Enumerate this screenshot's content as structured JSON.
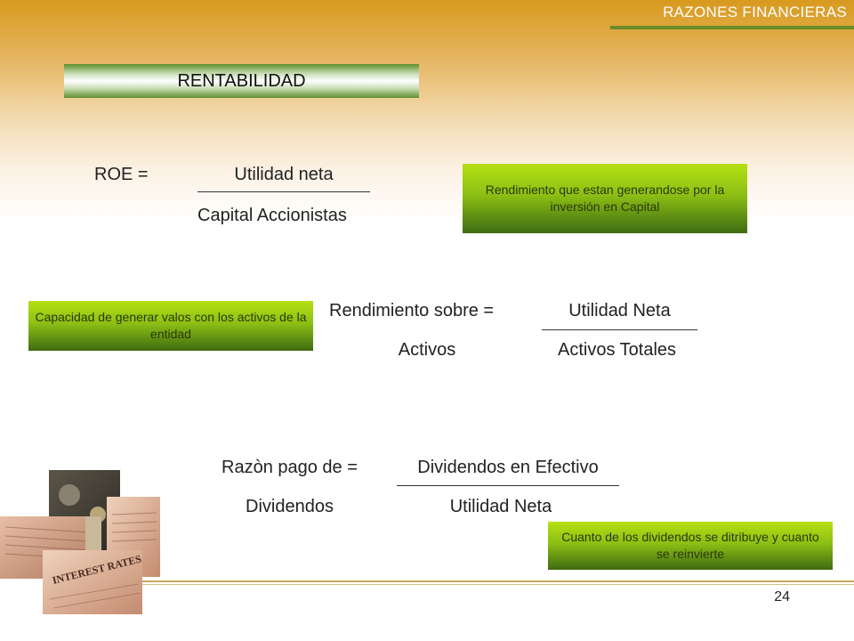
{
  "header": {
    "title": "RAZONES FINANCIERAS"
  },
  "section": {
    "title": "RENTABILIDAD"
  },
  "roe": {
    "label": "ROE =",
    "numerator": "Utilidad neta",
    "denominator": "Capital Accionistas"
  },
  "roa": {
    "label_top": "Rendimiento sobre =",
    "label_bottom": "Activos",
    "numerator": "Utilidad Neta",
    "denominator": "Activos Totales"
  },
  "payout": {
    "label_top": "Razòn pago de =",
    "label_bottom": "Dividendos",
    "numerator": "Dividendos en Efectivo",
    "denominator": "Utilidad Neta"
  },
  "notes": {
    "roe": "Rendimiento que estan generandose por la inversión en Capital",
    "roa": "Capacidad de generar valos con los activos de la entidad",
    "payout": "Cuanto de los dividendos se ditribuye y cuanto se reinvierte"
  },
  "footer": {
    "page_number": "24"
  },
  "image": {
    "caption": "INTEREST RATES"
  }
}
